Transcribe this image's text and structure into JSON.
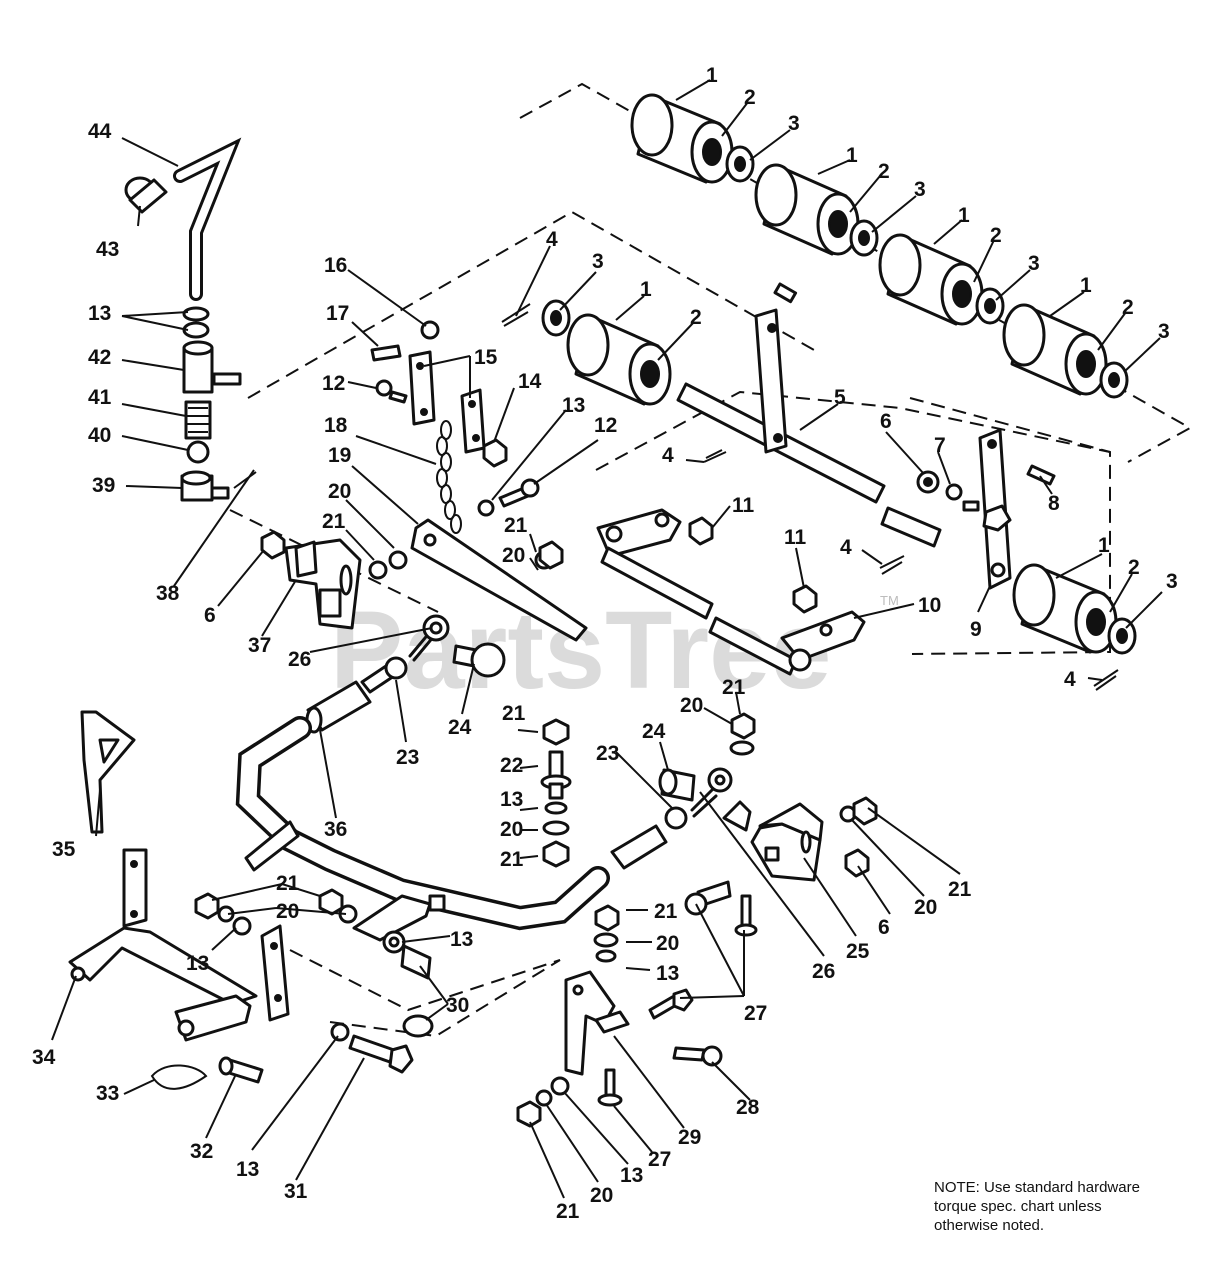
{
  "watermark": {
    "text": "PartsTree",
    "trademark": "TM"
  },
  "note": "NOTE: Use standard hardware\ntorque spec. chart unless\notherwise noted.",
  "callouts": [
    "1",
    "2",
    "3",
    "4",
    "5",
    "6",
    "7",
    "8",
    "9",
    "10",
    "11",
    "12",
    "13",
    "14",
    "15",
    "16",
    "17",
    "18",
    "19",
    "20",
    "21",
    "22",
    "23",
    "24",
    "25",
    "26",
    "27",
    "28",
    "29",
    "30",
    "31",
    "32",
    "33",
    "34",
    "35",
    "36",
    "37",
    "38",
    "39",
    "40",
    "41",
    "42",
    "43",
    "44"
  ]
}
